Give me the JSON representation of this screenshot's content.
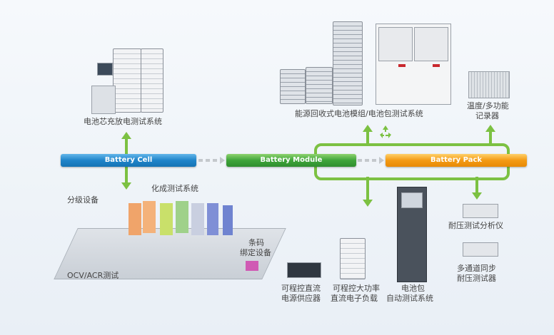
{
  "stages": {
    "cell": "Battery Cell",
    "module": "Battery Module",
    "pack": "Battery Pack"
  },
  "labels": {
    "cell_charge_system": "电池芯充放电测试系统",
    "energy_recovery": "能源回收式电池模组/电池包测试系统",
    "temp_recorder_1": "温度/多功能",
    "temp_recorder_2": "记录器",
    "grading": "分级设备",
    "formation": "化成测试系统",
    "ocv_acr": "OCV/ACR测试",
    "barcode_1": "条码",
    "barcode_2": "绑定设备",
    "dc_supply_1": "可程控直流",
    "dc_supply_2": "电源供应器",
    "dc_load_1": "可程控大功率",
    "dc_load_2": "直流电子负载",
    "pack_ate_1": "电池包",
    "pack_ate_2": "自动测试系统",
    "hipot_analyzer": "耐压测试分析仪",
    "multi_hipot_1": "多通道同步",
    "multi_hipot_2": "耐压测试器"
  },
  "colors": {
    "cell": "#1f84c9",
    "module": "#3fa43a",
    "pack": "#f39a14",
    "connector": "#7cc142"
  },
  "icons": {
    "recycle": "recycle-icon"
  }
}
